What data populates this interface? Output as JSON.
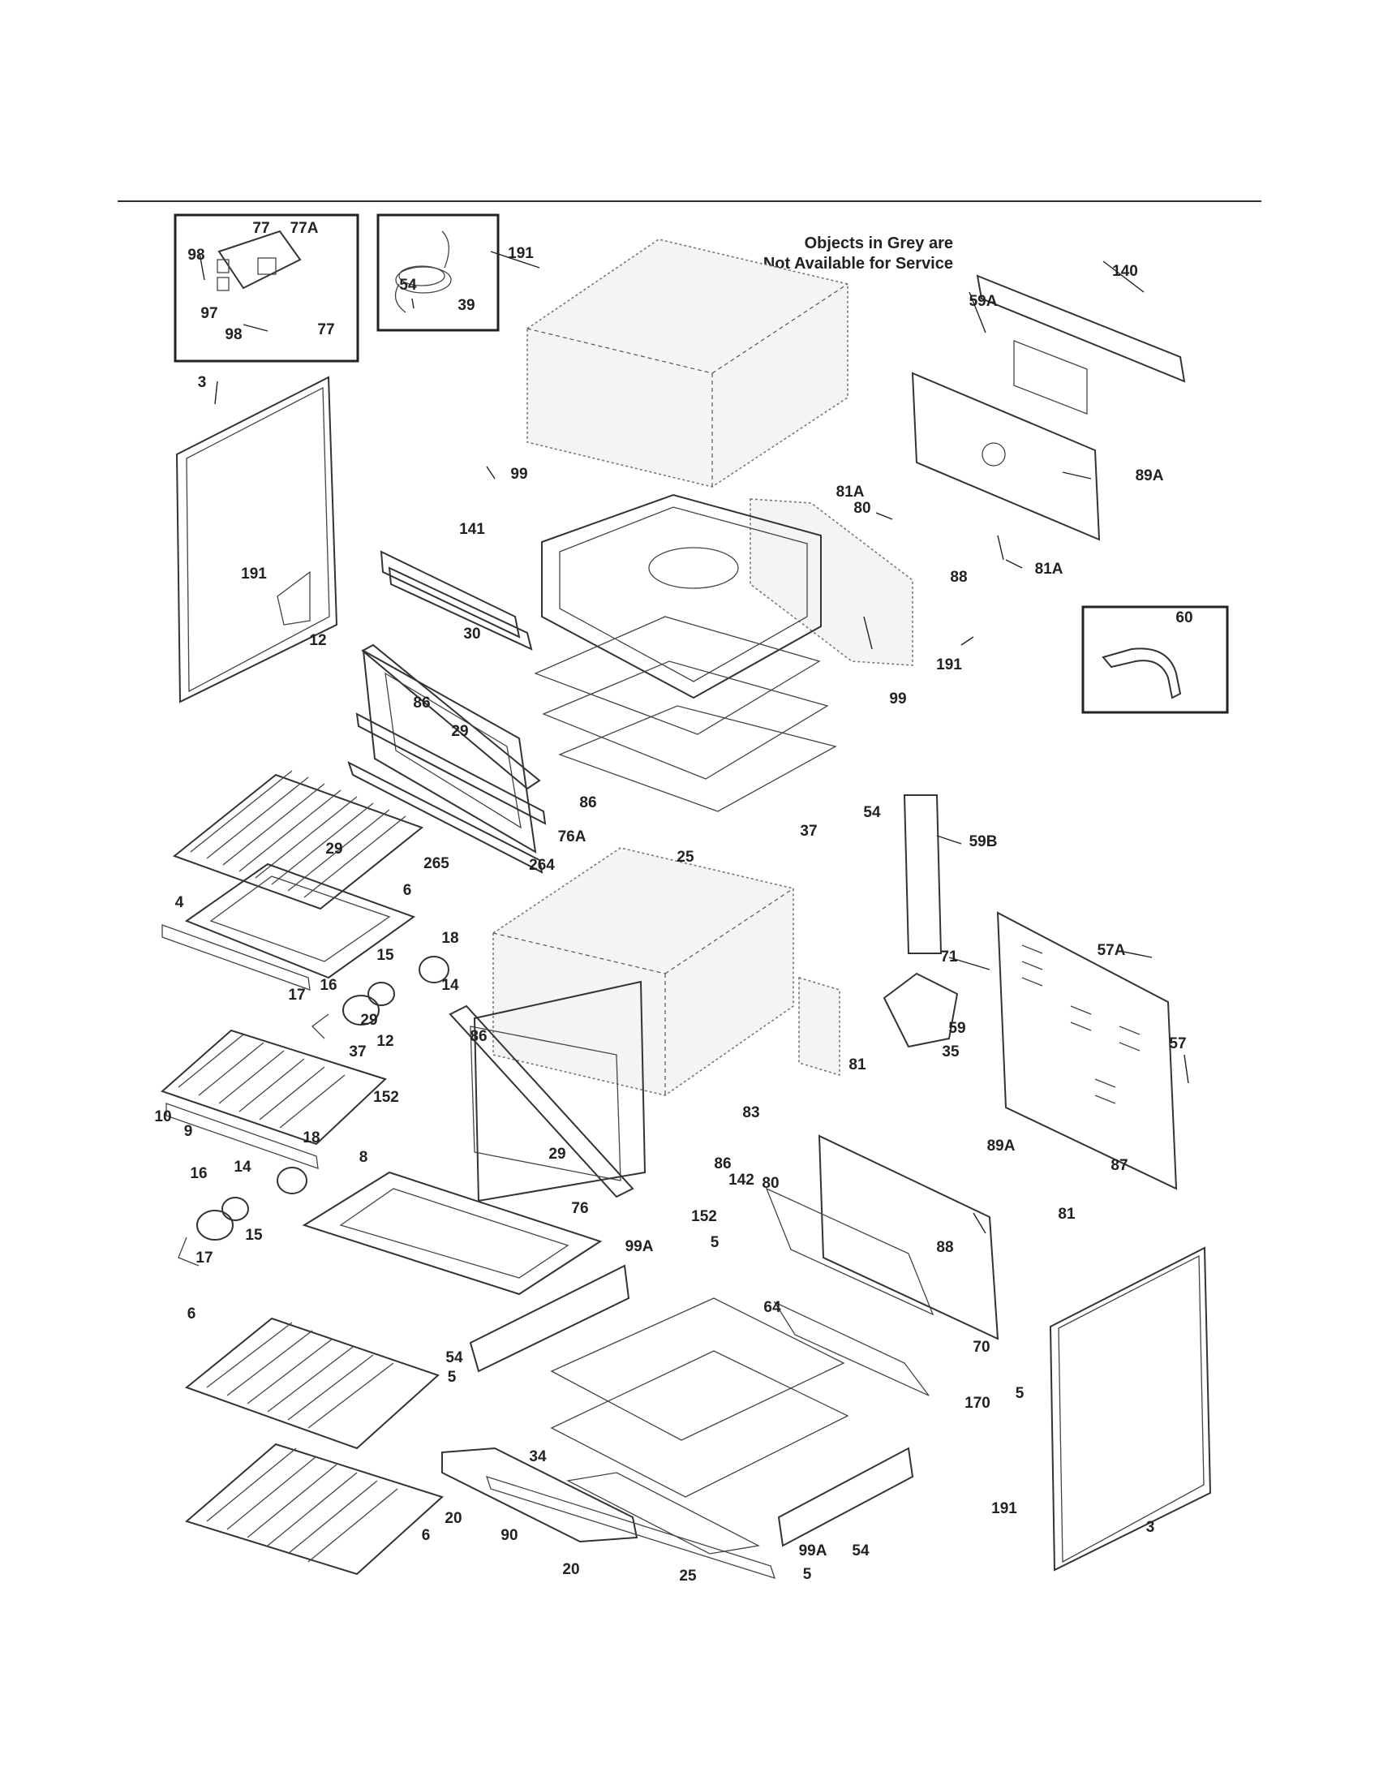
{
  "notice": {
    "line1": "Objects in Grey are",
    "line2": "Not Available for Service"
  },
  "callouts": [
    "77",
    "77A",
    "98",
    "97",
    "98",
    "77",
    "39",
    "191",
    "140",
    "59A",
    "3",
    "54",
    "99",
    "81A",
    "89A",
    "80",
    "88",
    "81A",
    "141",
    "191",
    "12",
    "30",
    "29",
    "86",
    "29",
    "60",
    "191",
    "99",
    "86",
    "54",
    "76A",
    "264",
    "265",
    "25",
    "37",
    "59B",
    "4",
    "6",
    "18",
    "15",
    "16",
    "14",
    "17",
    "29",
    "12",
    "86",
    "71",
    "57A",
    "37",
    "152",
    "59",
    "57",
    "10",
    "9",
    "81",
    "35",
    "18",
    "8",
    "29",
    "83",
    "14",
    "16",
    "86",
    "142",
    "89A",
    "15",
    "80",
    "152",
    "76",
    "81",
    "17",
    "99A",
    "88",
    "5",
    "6",
    "64",
    "70",
    "54",
    "5",
    "170",
    "5",
    "34",
    "191",
    "20",
    "90",
    "3",
    "6",
    "99A",
    "54",
    "20",
    "25",
    "5",
    "87"
  ]
}
